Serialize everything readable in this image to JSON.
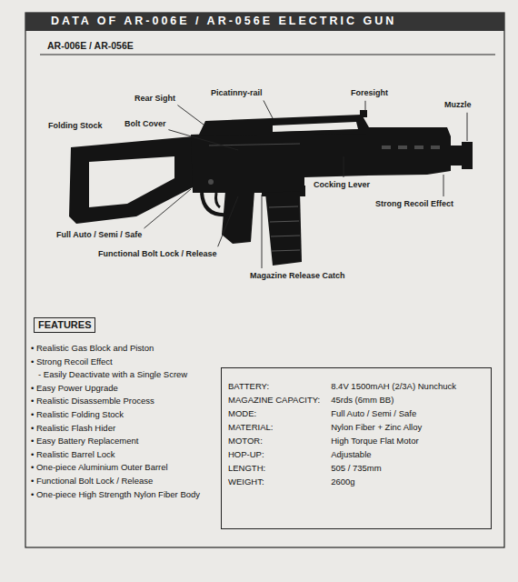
{
  "diagram": {
    "title": "DATA OF AR-006E / AR-056E ELECTRIC GUN",
    "nodes": [
      {
        "text": [
          "FEATURES"
        ]
      }
    ],
    "labels": [
      "AR-006E / AR-056E",
      "Rear Sight",
      "Picatinny-rail",
      "Foresight",
      "Muzzle",
      "Folding Stock",
      "Bolt Cover",
      "Cocking Lever",
      "Strong Recoil Effect",
      "Full Auto / Semi / Safe",
      "Functional Bolt Lock / Release",
      "Magazine Release Catch",
      "• Realistic Gas Block and Piston",
      "• Strong Recoil Effect",
      "- Easily Deactivate with a Single Screw",
      "• Easy Power Upgrade",
      "• Realistic Disassemble Process",
      "• Realistic Folding Stock",
      "• Realistic Flash Hider",
      "• Easy Battery Replacement",
      "• Realistic Barrel Lock",
      "• One-piece Aluminium Outer Barrel",
      "• Functional Bolt Lock / Release",
      "• One-piece High Strength Nylon Fiber Body",
      "BATTERY:",
      "8.4V 1500mAH (2/3A) Nunchuck",
      "MAGAZINE CAPACITY:",
      "45rds (6mm BB)",
      "MODE:",
      "Full Auto / Semi / Safe",
      "MATERIAL:",
      "Nylon Fiber + Zinc Alloy",
      "MOTOR:",
      "High Torque Flat Motor",
      "HOP-UP:",
      "Adjustable",
      "LENGTH:",
      "505 / 735mm",
      "WEIGHT:",
      "2600g"
    ]
  }
}
